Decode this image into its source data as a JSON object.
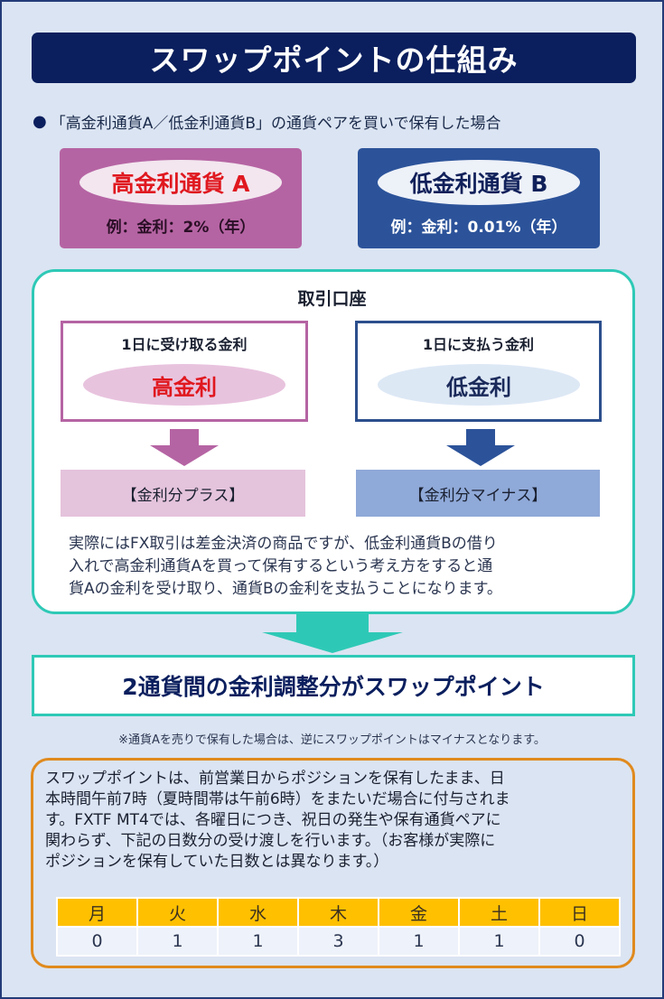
{
  "title": "スワップポイントの仕組み",
  "intro": "「高金利通貨A／低金利通貨B」の通貨ペアを買いで保有した場合",
  "bullet": "●",
  "currency_a": {
    "name": "高金利通貨 A",
    "example": "例：金利：2%（年）"
  },
  "currency_b": {
    "name": "低金利通貨 B",
    "example": "例：金利：0.01%（年）"
  },
  "account": {
    "title": "取引口座",
    "receive_label": "1日に受け取る金利",
    "receive_value": "高金利",
    "pay_label": "1日に支払う金利",
    "pay_value": "低金利",
    "plus": "【金利分プラス】",
    "minus": "【金利分マイナス】",
    "text_lines": [
      "実際にはFX取引は差金決済の商品ですが、低金利通貨Bの借り",
      "入れで高金利通貨Aを買って保有するという考え方をすると通",
      "貨Aの金利を受け取り、通貨Bの金利を支払うことになります。"
    ]
  },
  "result": "2通貨間の金利調整分がスワップポイント",
  "note": "※通貨Aを売りで保有した場合は、逆にスワップポイントはマイナスとなります。",
  "info_lines": [
    "スワップポイントは、前営業日からポジションを保有したまま、日",
    "本時間午前7時（夏時間帯は午前6時）をまたいだ場合に付与されま",
    "す。FXTF MT4では、各曜日につき、祝日の発生や保有通貨ペアに",
    "関わらず、下記の日数分の受け渡しを行います。（お客様が実際に",
    "ポジションを保有していた日数とは異なります。）"
  ],
  "days": {
    "headers": [
      "月",
      "火",
      "水",
      "木",
      "金",
      "土",
      "日"
    ],
    "values": [
      "0",
      "1",
      "1",
      "3",
      "1",
      "1",
      "0"
    ]
  },
  "colors": {
    "navy": "#0b1f5e",
    "pink": "#b564a3",
    "blue": "#2c539a",
    "teal": "#2ec9b6",
    "orange": "#e08a1e",
    "gold": "#ffc000",
    "red": "#e0181f"
  }
}
